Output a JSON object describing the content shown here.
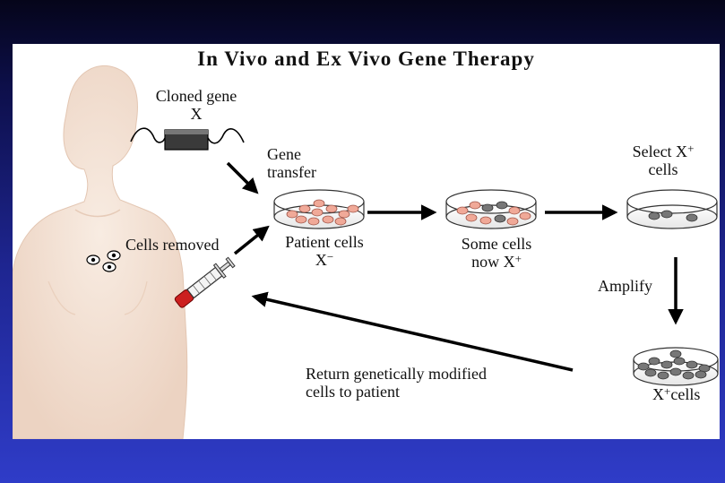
{
  "title": "In Vivo and Ex Vivo Gene Therapy",
  "labels": {
    "cloned_gene_line1": "Cloned gene",
    "cloned_gene_line2": "X",
    "gene_transfer_line1": "Gene",
    "gene_transfer_line2": "transfer",
    "cells_removed": "Cells removed",
    "patient_cells_line1": "Patient cells",
    "patient_cells_line2": "X",
    "patient_cells_sup": "−",
    "some_cells_line1": "Some cells",
    "some_cells_line2": "now X",
    "some_cells_sup": "+",
    "select_line1": "Select X",
    "select_sup": "+",
    "select_line2": "cells",
    "amplify": "Amplify",
    "return_line1": "Return genetically modified",
    "return_line2": "cells to patient",
    "xplus_cells_main": "X",
    "xplus_cells_sup": "+",
    "xplus_cells_suffix": "cells"
  },
  "colors": {
    "background_top": "#05051a",
    "background_bottom": "#2f3cc8",
    "skin": "#f4e3d6",
    "patient_cell": "#f0a998",
    "modified_cell": "#777777",
    "syringe_tip": "#cc1f1f"
  },
  "icons": [
    "human-body-icon",
    "syringe-icon",
    "petri-dish-icon",
    "gene-segment-icon"
  ]
}
